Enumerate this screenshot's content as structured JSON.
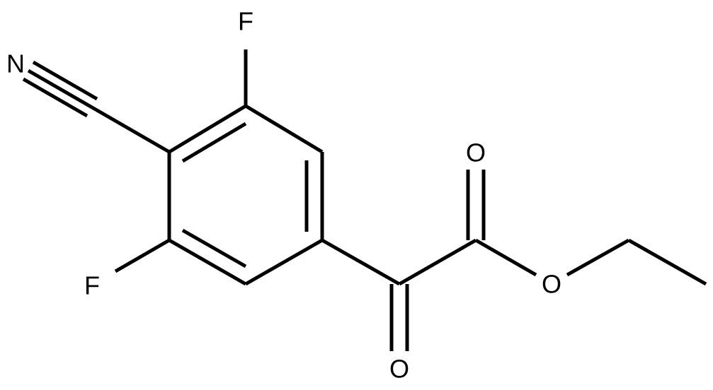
{
  "molecule": {
    "atoms": {
      "f_top": "F",
      "f_bottom": "F",
      "n_nitrile": "N",
      "o_ketone": "O",
      "o_carbonyl": "O",
      "o_ester": "O"
    }
  }
}
